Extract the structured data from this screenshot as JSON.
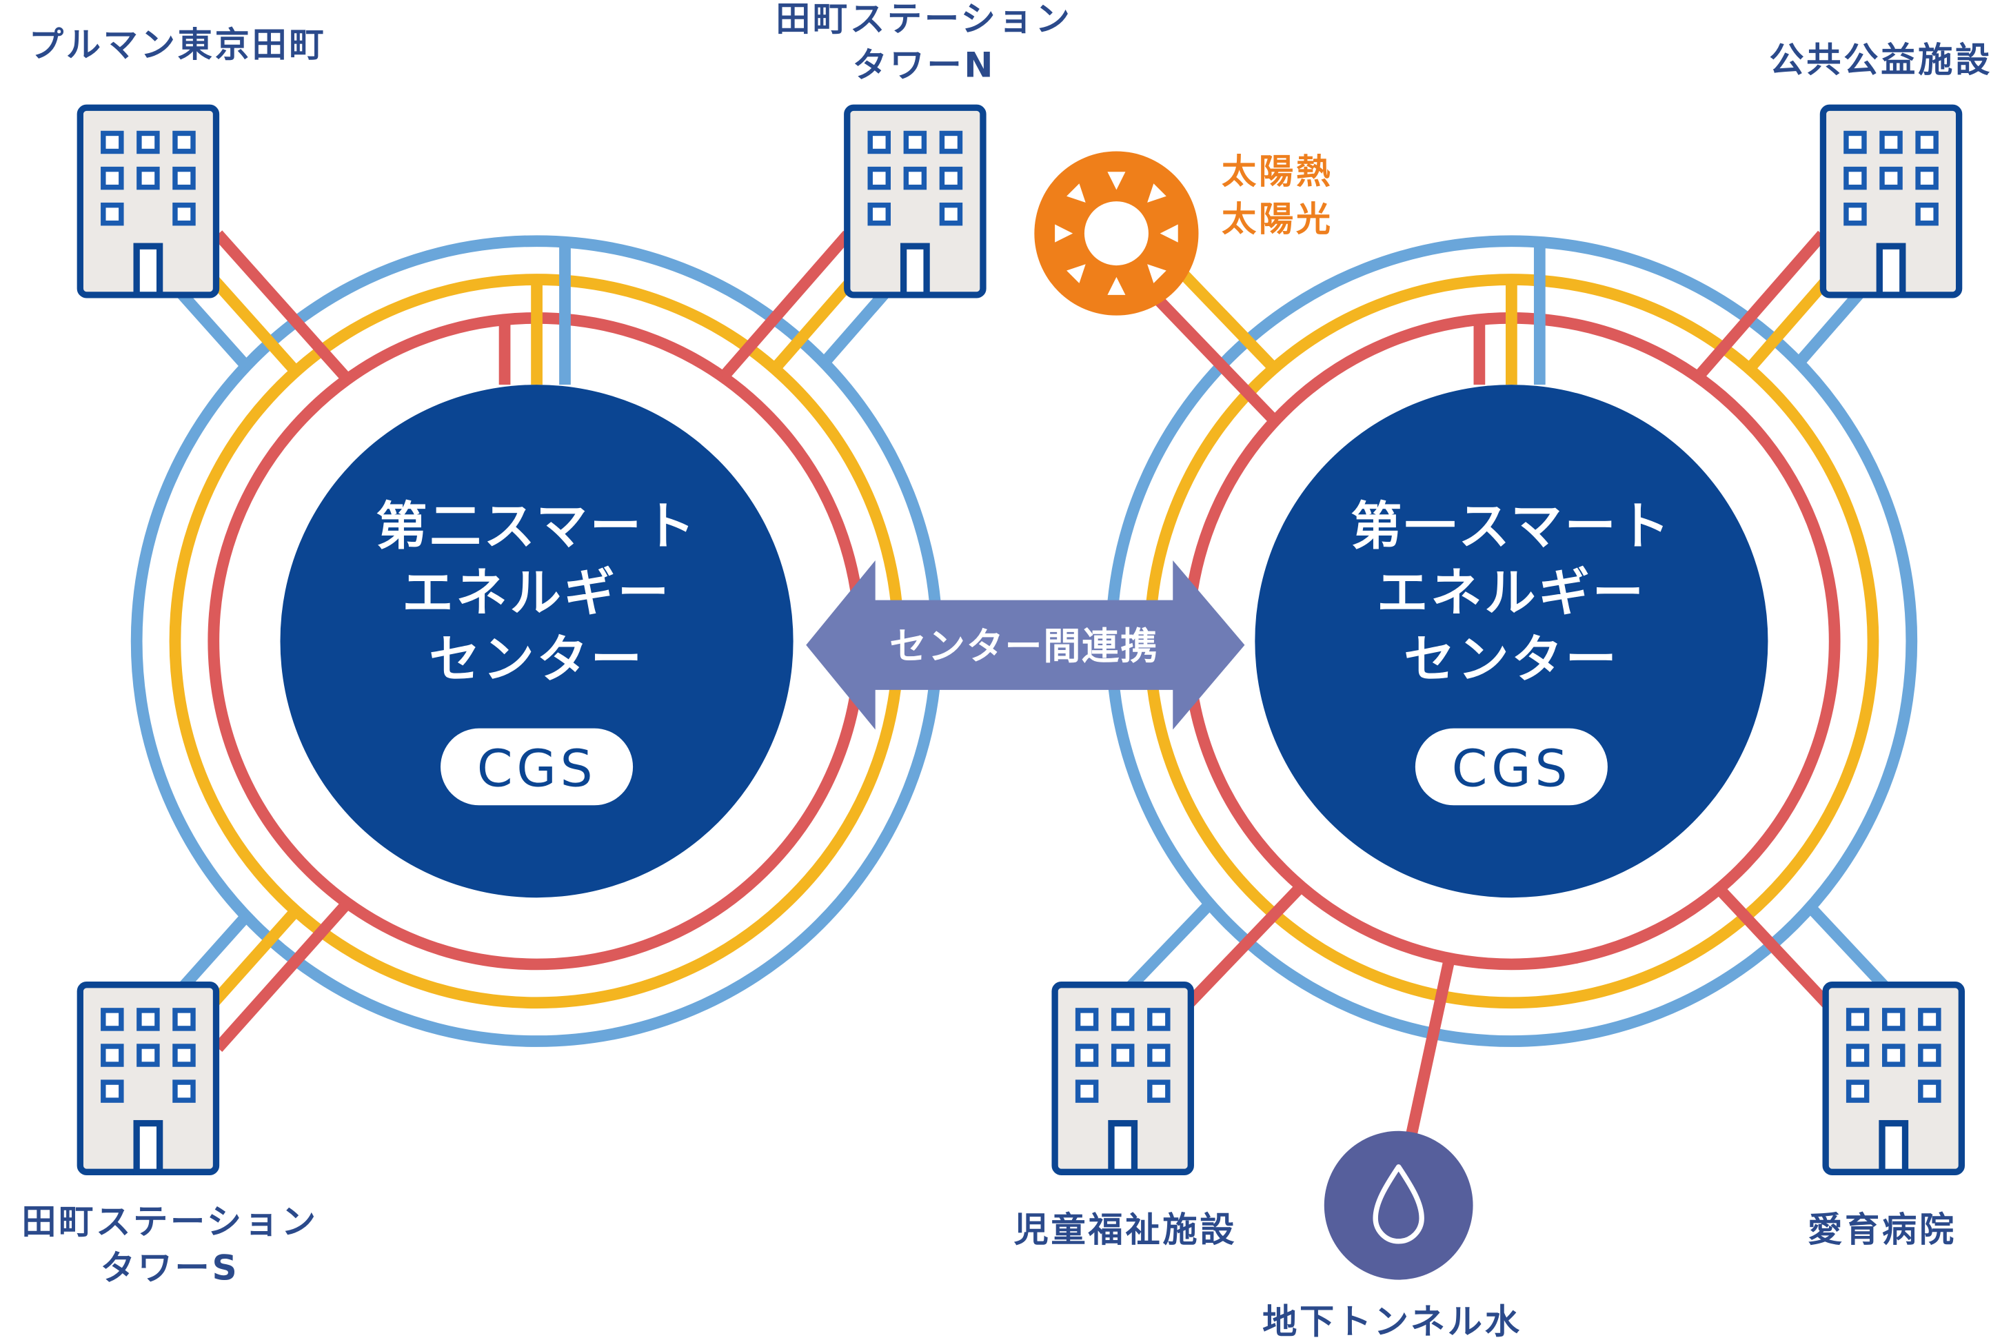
{
  "centers": [
    {
      "name_lines": [
        "第二スマート",
        "エネルギー",
        "センター"
      ],
      "badge": "CGS"
    },
    {
      "name_lines": [
        "第一スマート",
        "エネルギー",
        "センター"
      ],
      "badge": "CGS"
    }
  ],
  "link_label": "センター間連携",
  "buildings": [
    {
      "label_lines": [
        "プルマン東京田町"
      ]
    },
    {
      "label_lines": [
        "田町ステーション",
        "タワーN"
      ]
    },
    {
      "label_lines": [
        "公共公益施設"
      ]
    },
    {
      "label_lines": [
        "田町ステーション",
        "タワーS"
      ]
    },
    {
      "label_lines": [
        "児童福祉施設"
      ]
    },
    {
      "label_lines": [
        "愛育病院"
      ]
    }
  ],
  "sources": {
    "solar": {
      "label_lines": [
        "太陽熱",
        "太陽光"
      ],
      "icon": "sun-icon"
    },
    "water": {
      "label": "地下トンネル水",
      "icon": "water-drop-icon"
    }
  },
  "colors": {
    "blue_line": "#6aa6da",
    "yellow_line": "#f4b520",
    "red_line": "#dc5a5a",
    "center_navy": "#0b4592",
    "arrow": "#6f7cb5",
    "sun": "#ef7f1a",
    "water": "#565f9c",
    "label": "#2b4a8b"
  }
}
